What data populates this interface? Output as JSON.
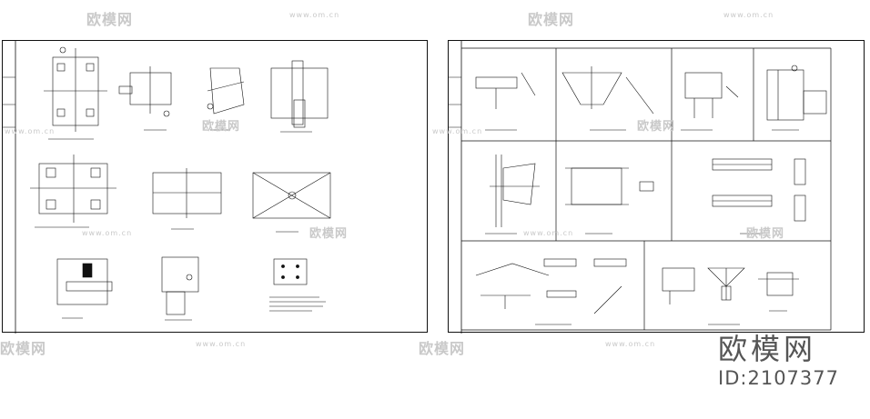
{
  "watermark": {
    "logo_text": "欧模网",
    "url_text": "www.om.cn"
  },
  "brand": {
    "name": "欧模网",
    "id_label": "ID:2107377"
  }
}
